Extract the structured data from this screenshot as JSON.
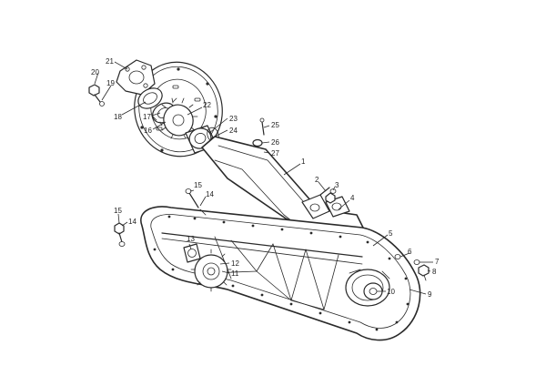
{
  "diagram": {
    "part_labels": [
      {
        "id": "p21",
        "text": "21"
      },
      {
        "id": "p20",
        "text": "20"
      },
      {
        "id": "p19",
        "text": "19"
      },
      {
        "id": "p18",
        "text": "18"
      },
      {
        "id": "p17",
        "text": "17"
      },
      {
        "id": "p16",
        "text": "16"
      },
      {
        "id": "p22",
        "text": "22"
      },
      {
        "id": "p23",
        "text": "23"
      },
      {
        "id": "p24",
        "text": "24"
      },
      {
        "id": "p25",
        "text": "25"
      },
      {
        "id": "p26",
        "text": "26"
      },
      {
        "id": "p27",
        "text": "27"
      },
      {
        "id": "p1",
        "text": "1"
      },
      {
        "id": "p2",
        "text": "2"
      },
      {
        "id": "p3",
        "text": "3"
      },
      {
        "id": "p4",
        "text": "4"
      },
      {
        "id": "p5",
        "text": "5"
      },
      {
        "id": "p6",
        "text": "6"
      },
      {
        "id": "p7",
        "text": "7"
      },
      {
        "id": "p8",
        "text": "8"
      },
      {
        "id": "p9",
        "text": "9"
      },
      {
        "id": "p10",
        "text": "10"
      },
      {
        "id": "p11",
        "text": "11"
      },
      {
        "id": "p12",
        "text": "12"
      },
      {
        "id": "p13",
        "text": "13"
      },
      {
        "id": "p14a",
        "text": "14"
      },
      {
        "id": "p15a",
        "text": "15"
      },
      {
        "id": "p14b",
        "text": "14"
      },
      {
        "id": "p15b",
        "text": "15"
      }
    ]
  }
}
